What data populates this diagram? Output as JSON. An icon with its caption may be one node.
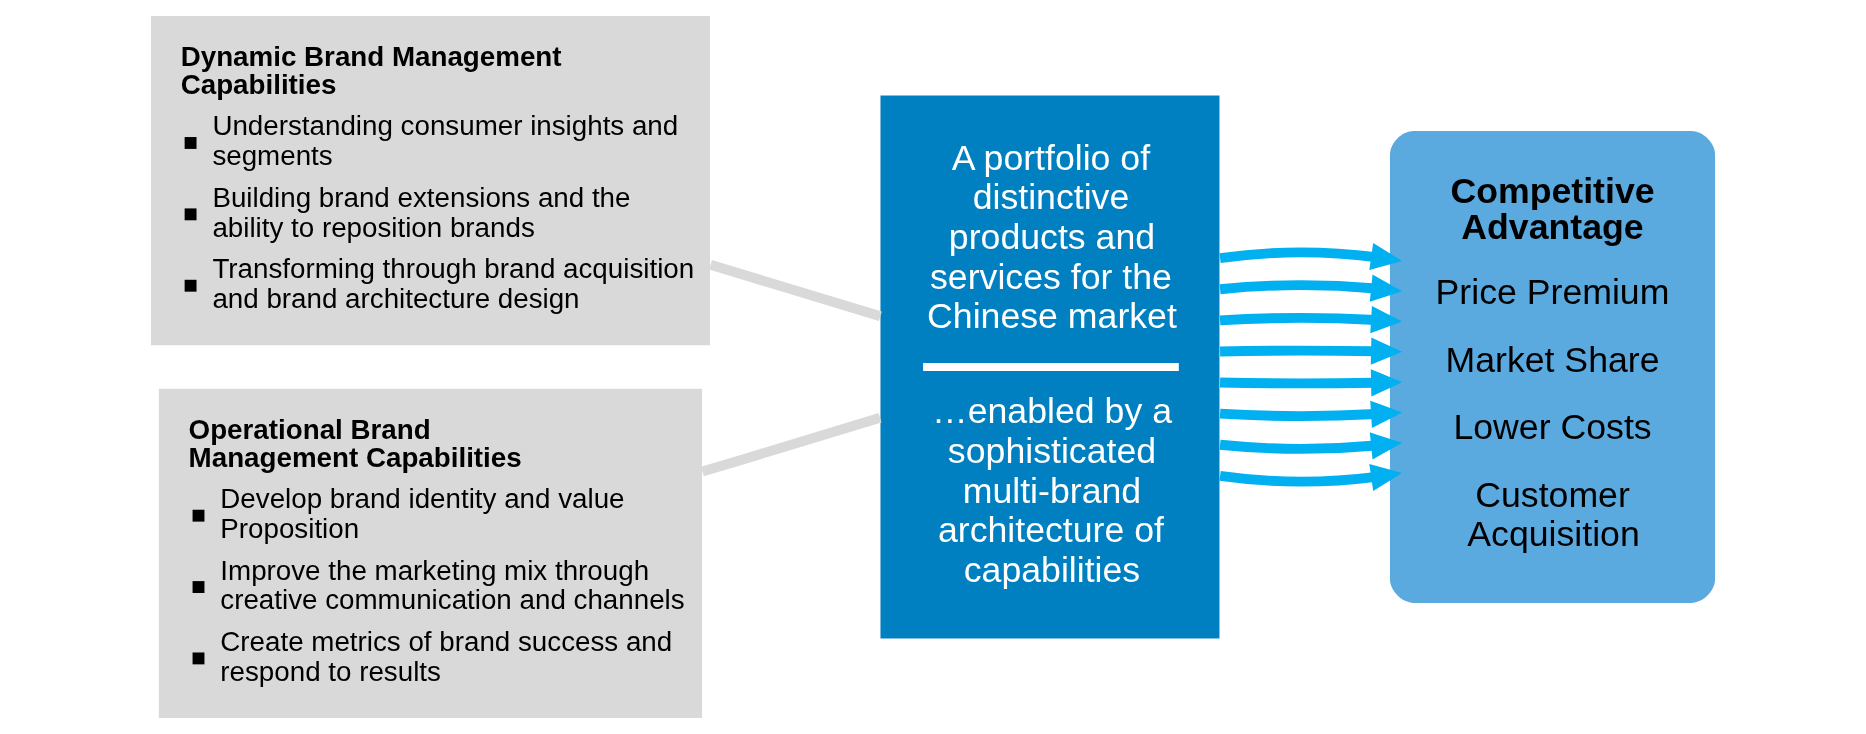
{
  "diagram": {
    "nodes": [
      {
        "text": [
          "Dynamic Brand Management Capabilities",
          "Understanding consumer insights and segments",
          "Building brand extensions and the ability to reposition brands",
          "Transforming through brand acquisition and brand architecture design"
        ]
      },
      {
        "text": [
          "Operational Brand Management Capabilities",
          "Develop brand identity and value Proposition",
          "Improve the marketing mix through creative communication and channels",
          "Create metrics of brand success and respond to results"
        ]
      },
      {
        "text": [
          "A portfolio of distinctive products and services for the Chinese market",
          "…enabled by a sophisticated multi-brand architecture of capabilities"
        ]
      },
      {
        "text": [
          "Competitive Advantage",
          "Price Premium",
          "Market Share",
          "Lower Costs",
          "Customer Acquisition"
        ]
      }
    ],
    "edges": [
      {
        "from": 0,
        "to": 2,
        "arrow": "none",
        "color": "#d9d9d9"
      },
      {
        "from": 1,
        "to": 2,
        "arrow": "none",
        "color": "#d9d9d9"
      },
      {
        "from": 2,
        "to": 3,
        "arrow": "to"
      },
      {
        "from": 2,
        "to": 3,
        "arrow": "to"
      },
      {
        "from": 2,
        "to": 3,
        "arrow": "to"
      },
      {
        "from": 2,
        "to": 3,
        "arrow": "to"
      },
      {
        "from": 2,
        "to": 3,
        "arrow": "to"
      },
      {
        "from": 2,
        "to": 3,
        "arrow": "to"
      },
      {
        "from": 2,
        "to": 3,
        "arrow": "to"
      },
      {
        "from": 2,
        "to": 3,
        "arrow": "to"
      }
    ]
  }
}
